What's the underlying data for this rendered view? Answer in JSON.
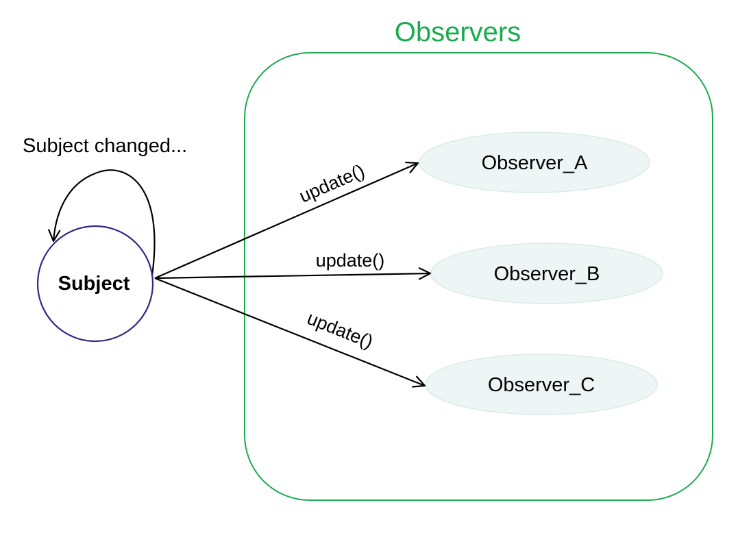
{
  "group": {
    "title": "Observers",
    "color": "#1aab4f"
  },
  "subject": {
    "label": "Subject",
    "border_color": "#2e2a86",
    "note": "Subject changed..."
  },
  "observers": [
    {
      "label": "Observer_A"
    },
    {
      "label": "Observer_B"
    },
    {
      "label": "Observer_C"
    }
  ],
  "edges": [
    {
      "label": "update()",
      "target": "Observer_A"
    },
    {
      "label": "update()",
      "target": "Observer_B"
    },
    {
      "label": "update()",
      "target": "Observer_C"
    }
  ],
  "colors": {
    "observer_fill": "#eef6f5",
    "observer_stroke": "#d8ebe8",
    "line": "#000000"
  }
}
